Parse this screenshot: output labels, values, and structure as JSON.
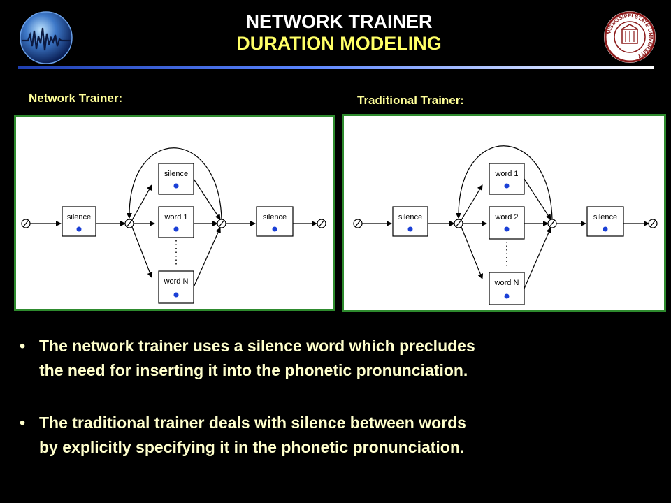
{
  "header": {
    "title_line1": "NETWORK TRAINER",
    "title_line2": "DURATION MODELING",
    "left_logo_icon": "globe-waveform-logo-icon",
    "right_logo_icon": "mississippi-state-university-seal-icon",
    "seal_text": "MISSISSIPPI STATE UNIVERSITY"
  },
  "panels": {
    "network": {
      "label": "Network Trainer:",
      "nodes": {
        "start": "silence",
        "top": "silence",
        "middle": "word 1",
        "bottom": "word N",
        "end": "silence"
      }
    },
    "traditional": {
      "label": "Traditional Trainer:",
      "nodes": {
        "start": "silence",
        "top": "word 1",
        "middle": "word 2",
        "bottom": "word N",
        "end": "silence"
      }
    }
  },
  "bullets": [
    {
      "symbol": "•",
      "line1": "The network trainer uses a silence word which precludes",
      "line2": "the need for inserting it into the phonetic pronunciation."
    },
    {
      "symbol": "•",
      "line1": "The traditional trainer deals with silence between words",
      "line2": "by explicitly specifying it in the phonetic pronunciation."
    }
  ],
  "colors": {
    "background": "#000000",
    "title_white": "#ffffff",
    "title_yellow": "#ffff66",
    "label_yellow": "#ffff99",
    "bullet_text": "#ffffcc",
    "panel_border": "#2e8b2e",
    "state_dot": "#1a3fd6"
  }
}
